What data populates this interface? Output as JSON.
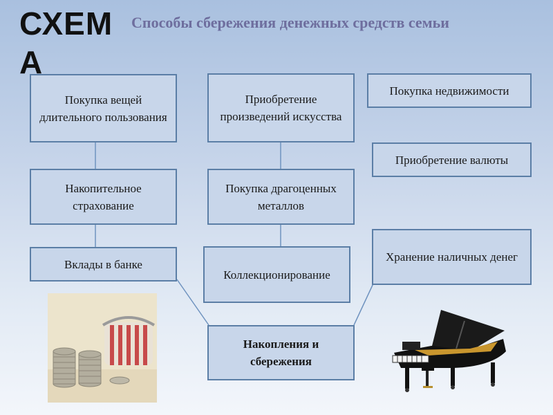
{
  "slide_label": "СХЕМА",
  "title": "Способы сбережения денежных средств семьи",
  "boxes": {
    "durable_goods": "Покупка вещей длительного пользования",
    "art": "Приобретение произведений искусства",
    "real_estate": "Покупка недвижимости",
    "currency": "Приобретение валюты",
    "insurance": "Накопительное страхование",
    "precious_metals": "Покупка драгоценных металлов",
    "bank_deposits": "Вклады в банке",
    "collecting": "Коллекционирование",
    "cash": "Хранение наличных денег",
    "savings": "Накопления и сбережения"
  },
  "images": {
    "left": "coins-wallet-photo",
    "right": "grand-piano-photo"
  },
  "colors": {
    "box_fill": "#c8d6ea",
    "box_border": "#5b7ea6",
    "title": "#6e6e9e"
  }
}
